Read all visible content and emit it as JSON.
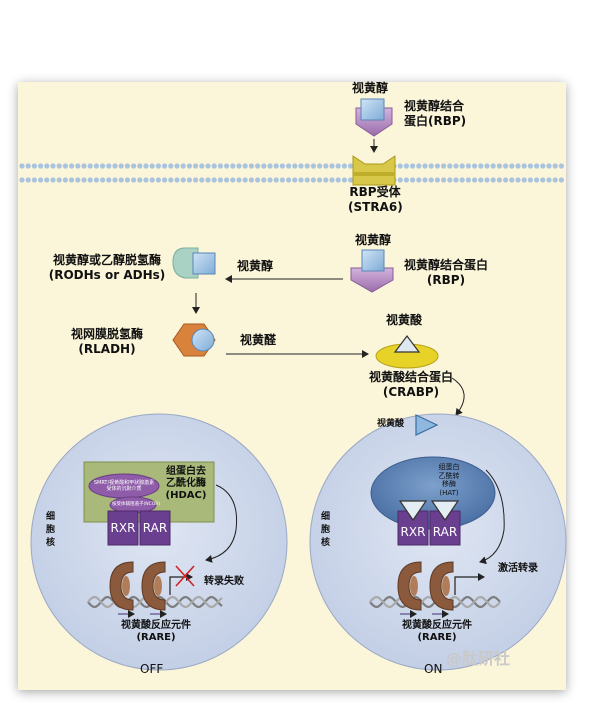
{
  "labels": {
    "retinol_top": "视黄醇",
    "rbp_top_1": "视黄醇结合",
    "rbp_top_2": "蛋白(RBP)",
    "stra6_1": "RBP受体",
    "stra6_2": "(STRA6)",
    "retinol_mid": "视黄醇",
    "rbp_mid_1": "视黄醇结合蛋白",
    "rbp_mid_2": "(RBP)",
    "rodh_1": "视黄醇或乙醇脱氢酶",
    "rodh_2": "(RODHs or ADHs)",
    "retinol_arrow": "视黄醇",
    "rladh_1": "视网膜脱氢酶",
    "rladh_2": "(RLADH)",
    "retinal_arrow": "视黄醛",
    "ra_top": "视黄酸",
    "crabp_1": "视黄酸结合蛋白",
    "crabp_2": "(CRABP)",
    "ra_on": "视黄酸",
    "nucleus_left": "细\n胞\n核",
    "nucleus_right": "细\n胞\n核",
    "hdac_1": "组蛋白去",
    "hdac_2": "乙酰化酶",
    "hdac_3": "(HDAC)",
    "smrt": "SMRT/视黄酸和甲状腺激素受体的沉默介质",
    "ncor": "核受体辅阻遏子(NCOR)",
    "rxr_off": "RXR",
    "rar_off": "RAR",
    "fail": "转录失败",
    "rare_off_1": "视黄酸反应元件",
    "rare_off_2": "(RARE)",
    "off": "OFF",
    "hat_1": "组蛋白",
    "hat_2": "乙酰转",
    "hat_3": "移酶",
    "hat_4": "(HAT)",
    "rxr_on": "RXR",
    "rar_on": "RAR",
    "activate": "激活转录",
    "rare_on_1": "视黄酸反应元件",
    "rare_on_2": "(RARE)",
    "on": "ON",
    "watermark": "@肽研社"
  },
  "colors": {
    "panel_bg": "#fbf5d9",
    "membrane": "#aac4dd",
    "rbp_purple": "#b58ac2",
    "retinol_blue": "#9fc4e6",
    "stra6_yellow": "#d3c23a",
    "enzyme_teal": "#aad2c4",
    "rladh_orange": "#d9823c",
    "crabp_yellow": "#e9d52a",
    "nucleus_blue": "#cdd7ec",
    "hdac_green": "#a9b97a",
    "hat_blue": "#5c82b5",
    "receptor_purple": "#6b3f8f",
    "dna_gray": "#888888",
    "cross_red": "#d42020",
    "sub_brown": "#8b5a3c"
  }
}
